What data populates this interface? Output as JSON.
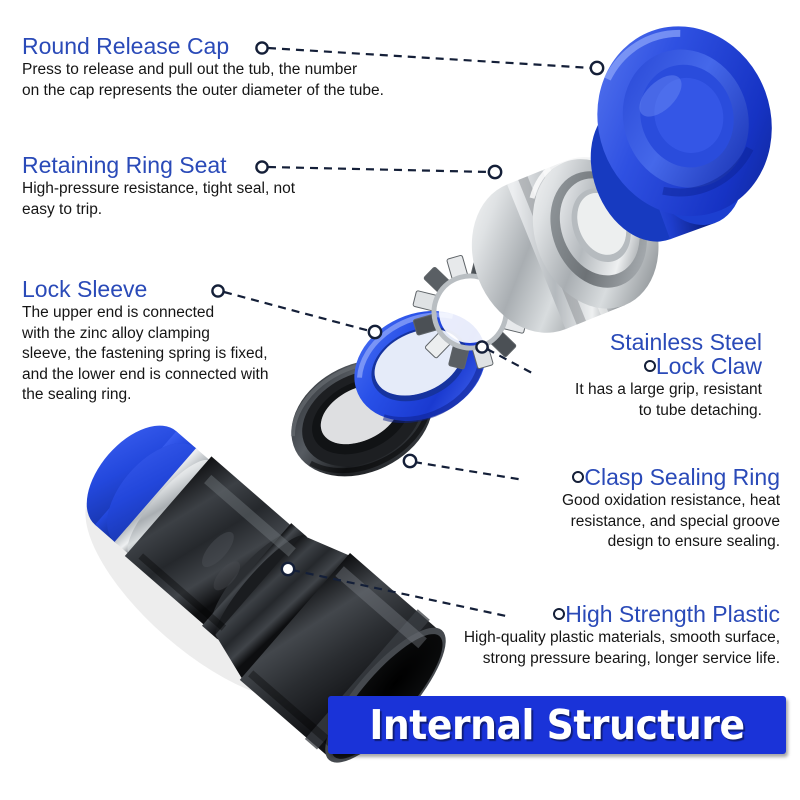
{
  "banner": {
    "label": "Internal Structure",
    "bg_color": "#1a33d8",
    "text_color": "#ffffff"
  },
  "theme": {
    "title_color": "#2a4ab8",
    "body_color": "#151515",
    "leader_color": "#141f38",
    "cap_blue": "#2a4ae0",
    "sleeve_blue": "#2850e8",
    "metal_silver": "#c8ccd0",
    "plastic_black": "#26282b"
  },
  "callouts": [
    {
      "id": "round-release-cap",
      "title": "Round Release Cap",
      "description": "Press to release and pull out the tub, the number\non the cap represents the outer diameter of the tube."
    },
    {
      "id": "retaining-ring-seat",
      "title": "Retaining Ring Seat",
      "description": "High-pressure resistance, tight seal, not\neasy to trip."
    },
    {
      "id": "lock-sleeve",
      "title": "Lock Sleeve",
      "description": "The upper end is connected\nwith the zinc alloy clamping\nsleeve, the fastening spring is fixed,\nand the lower end is connected with\nthe sealing ring."
    },
    {
      "id": "stainless-steel-lock-claw",
      "title_line1": "Stainless Steel",
      "title_line2": "Lock Claw",
      "description": "It has a large grip, resistant\nto tube detaching."
    },
    {
      "id": "clasp-sealing-ring",
      "title": "Clasp Sealing Ring",
      "description": "Good oxidation resistance, heat\nresistance, and special groove\ndesign to ensure sealing."
    },
    {
      "id": "high-strength-plastic",
      "title": "High Strength Plastic",
      "description": "High-quality plastic materials, smooth surface,\nstrong pressure bearing, longer service life."
    }
  ]
}
